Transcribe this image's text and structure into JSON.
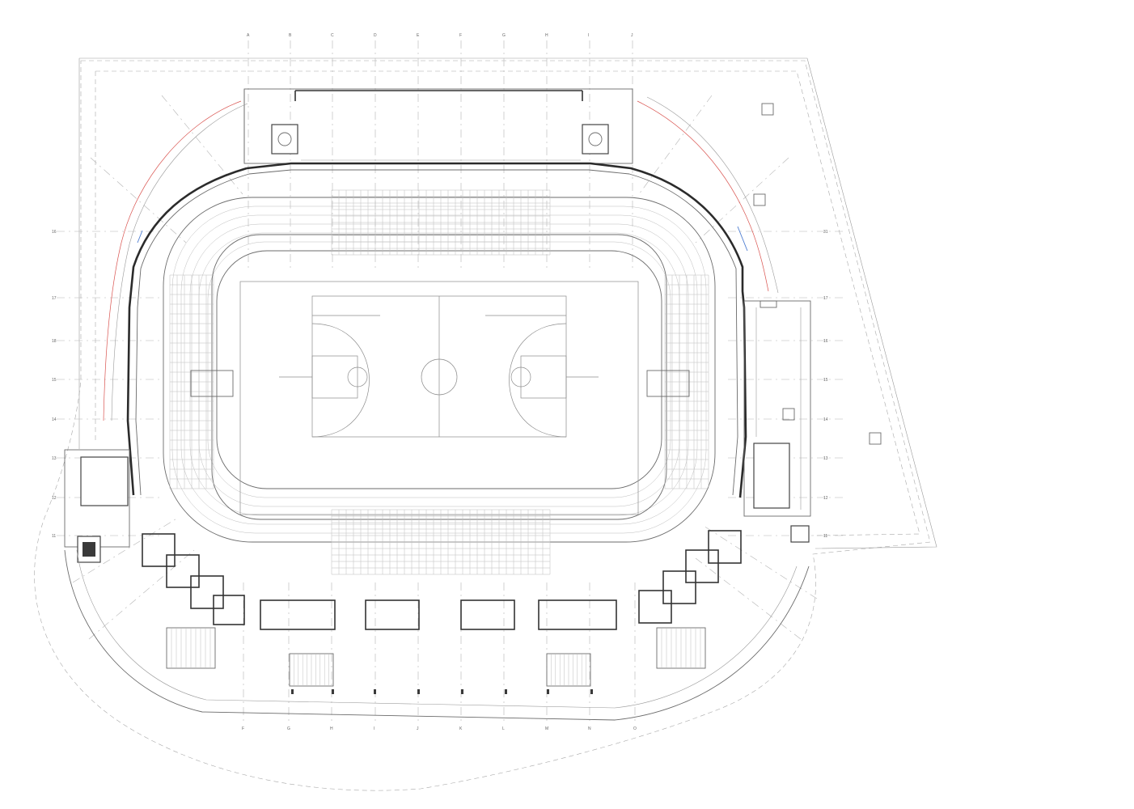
{
  "drawing": {
    "top_grid_labels": [
      "A",
      "B",
      "C",
      "D",
      "E",
      "F",
      "G",
      "H",
      "I",
      "J"
    ],
    "bottom_grid_labels": [
      "F",
      "G",
      "H",
      "I",
      "J",
      "K",
      "L",
      "M",
      "N",
      "O"
    ],
    "left_grid_labels": [
      "16",
      "17",
      "18",
      "15",
      "14",
      "13",
      "12",
      "11"
    ],
    "right_grid_labels": [
      "31",
      "17",
      "16",
      "15",
      "14",
      "13",
      "12",
      "11"
    ],
    "colors": {
      "line": "#6b6b6b",
      "wall": "#2b2b2b",
      "red_line": "#d9534f",
      "blue_line": "#4a7bd0"
    }
  }
}
